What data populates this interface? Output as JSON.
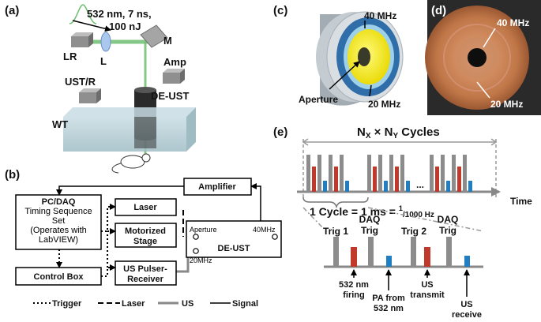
{
  "panel_a": {
    "label": "(a)",
    "laser_line1": "532 nm, 7 ns,",
    "laser_line2": "100 nJ",
    "lr": "LR",
    "l": "L",
    "m": "M",
    "amp": "Amp",
    "ust_r": "UST/R",
    "de_ust": "DE-UST",
    "wt": "WT"
  },
  "panel_b": {
    "label": "(b)",
    "pc_line1": "PC/DAQ",
    "pc_line2": "Timing Sequence",
    "pc_line3": "Set",
    "pc_line4": "(Operates with",
    "pc_line5": "LabVIEW)",
    "control_box": "Control Box",
    "laser": "Laser",
    "stage_line1": "Motorized",
    "stage_line2": "Stage",
    "pulser_line1": "US Pulser-",
    "pulser_line2": "Receiver",
    "amplifier": "Amplifier",
    "aperture": "Aperture",
    "freq40": "40MHz",
    "freq20": "20MHz",
    "de_ust": "DE-UST",
    "legend": {
      "trigger": "Trigger",
      "laser": "Laser",
      "us": "US",
      "signal": "Signal"
    }
  },
  "panel_c": {
    "label": "(c)",
    "f40": "40 MHz",
    "aperture": "Aperture",
    "f20": "20 MHz"
  },
  "panel_d": {
    "label": "(d)",
    "f40": "40 MHz",
    "f20": "20 MHz"
  },
  "panel_e": {
    "label": "(e)",
    "cycles_n1": "N",
    "cycles_x": "X",
    "cycles_times": " × N",
    "cycles_y": "Y",
    "cycles_tail": " Cycles",
    "ellipsis": "...",
    "cycle_main": "1 Cycle = 1 ms = ",
    "cycle_num": "1",
    "cycle_den": "/1000 Hz",
    "time": "Time",
    "trig1": "Trig 1",
    "daq1_line1": "DAQ",
    "daq1_line2": "Trig",
    "trig2": "Trig 2",
    "daq2_line1": "DAQ",
    "daq2_line2": "Trig",
    "firing_line1": "532 nm",
    "firing_line2": "firing",
    "pa_line1": "PA from",
    "pa_line2": "532 nm",
    "transmit_line1": "US",
    "transmit_line2": "transmit",
    "receive_line1": "US",
    "receive_line2": "receive"
  },
  "colors": {
    "trig_bar": "#8c8c8c",
    "laser_bar": "#c0392b",
    "us_bar": "#1f7fc2",
    "beam": "#6fbf73",
    "tank": "#a9c4cc",
    "copper": "#b4663a"
  }
}
